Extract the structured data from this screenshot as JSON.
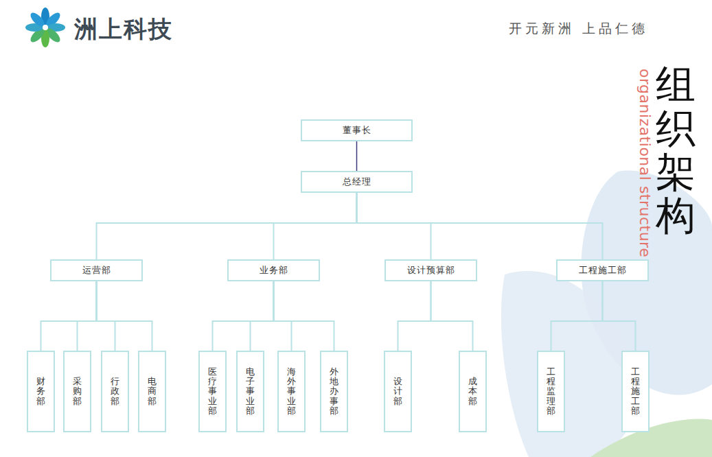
{
  "diagram": {
    "title": "组织架构",
    "nodes": [
      {
        "text": [
          "董事长"
        ]
      },
      {
        "text": [
          "总经理"
        ]
      },
      {
        "text": [
          "运营部"
        ]
      },
      {
        "text": [
          "业务部"
        ]
      },
      {
        "text": [
          "设计预算部"
        ]
      },
      {
        "text": [
          "工程施工部"
        ]
      },
      {
        "text": [
          "财务部"
        ]
      },
      {
        "text": [
          "采购部"
        ]
      },
      {
        "text": [
          "行政部"
        ]
      },
      {
        "text": [
          "电商部"
        ]
      },
      {
        "text": [
          "医疗事业部"
        ]
      },
      {
        "text": [
          "电子事业部"
        ]
      },
      {
        "text": [
          "海外事业部"
        ]
      },
      {
        "text": [
          "外地办事部"
        ]
      },
      {
        "text": [
          "设计部"
        ]
      },
      {
        "text": [
          "成本部"
        ]
      },
      {
        "text": [
          "工程监理部"
        ]
      },
      {
        "text": [
          "工程施工部"
        ]
      }
    ],
    "edges": [
      {
        "from": 0,
        "to": 1,
        "arrow": "none"
      },
      {
        "from": 1,
        "to": 2,
        "arrow": "none"
      },
      {
        "from": 1,
        "to": 3,
        "arrow": "none"
      },
      {
        "from": 1,
        "to": 4,
        "arrow": "none"
      },
      {
        "from": 1,
        "to": 5,
        "arrow": "none"
      },
      {
        "from": 2,
        "to": 6,
        "arrow": "none"
      },
      {
        "from": 2,
        "to": 7,
        "arrow": "none"
      },
      {
        "from": 2,
        "to": 8,
        "arrow": "none"
      },
      {
        "from": 2,
        "to": 9,
        "arrow": "none"
      },
      {
        "from": 3,
        "to": 10,
        "arrow": "none"
      },
      {
        "from": 3,
        "to": 11,
        "arrow": "none"
      },
      {
        "from": 3,
        "to": 12,
        "arrow": "none"
      },
      {
        "from": 3,
        "to": 13,
        "arrow": "none"
      },
      {
        "from": 4,
        "to": 14,
        "arrow": "none"
      },
      {
        "from": 4,
        "to": 15,
        "arrow": "none"
      },
      {
        "from": 5,
        "to": 16,
        "arrow": "none"
      },
      {
        "from": 5,
        "to": 17,
        "arrow": "none"
      }
    ],
    "labels": [
      "洲上科技",
      "开元新洲 上品仁德",
      "organizational structure"
    ]
  }
}
